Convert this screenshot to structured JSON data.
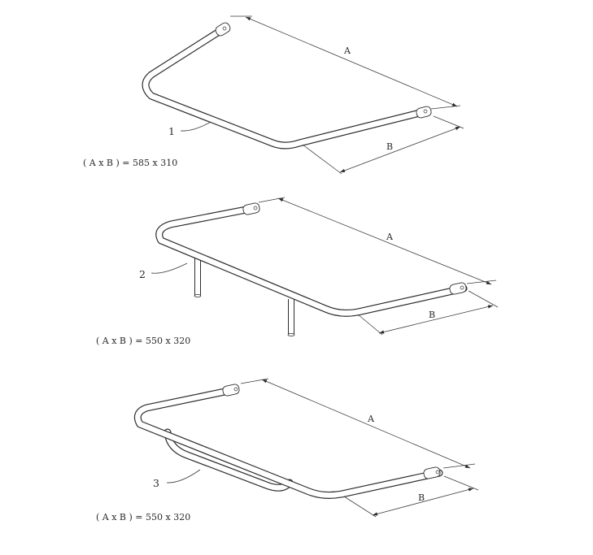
{
  "frames": [
    {
      "number": "1",
      "caption": "( A x B ) = 585 x 310",
      "dim_a": "A",
      "dim_b": "B"
    },
    {
      "number": "2",
      "caption": "( A x B ) = 550 x 320",
      "dim_a": "A",
      "dim_b": "B"
    },
    {
      "number": "3",
      "caption": "( A x B ) = 550 x 320",
      "dim_a": "A",
      "dim_b": "B"
    }
  ]
}
